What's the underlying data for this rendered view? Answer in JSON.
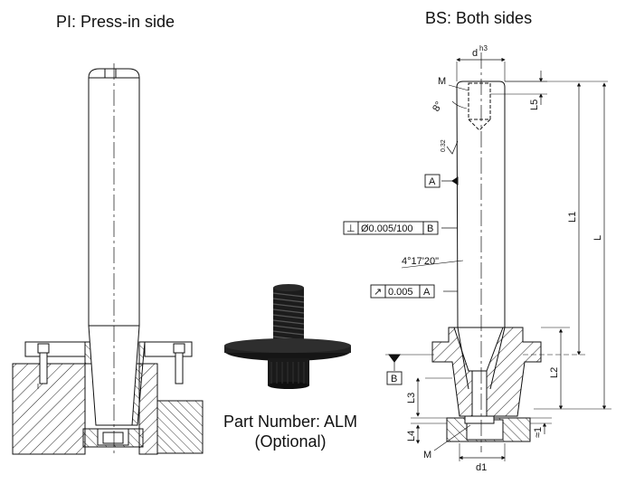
{
  "headings": {
    "left": "PI: Press-in side",
    "right": "BS: Both sides"
  },
  "caption": {
    "line1": "Part Number: ALM",
    "line2": "(Optional)"
  },
  "dimensions": {
    "d": "d",
    "d_tol": "h3",
    "M_top": "M",
    "angle": "8°",
    "L5": "L5",
    "roughness": "0.32",
    "datum_a": "A",
    "L1": "L1",
    "L": "L",
    "perp_symbol": "⊥",
    "perp_value": "Ø0.005/100",
    "perp_ref": "B",
    "taper": "4°17'20\"",
    "runout_symbol": "↗",
    "runout_value": "0.005",
    "runout_ref": "A",
    "datum_b": "B",
    "L2": "L2",
    "L3": "L3",
    "L4": "L4",
    "approx": "≈1",
    "M_bottom": "M",
    "d1": "d1"
  }
}
